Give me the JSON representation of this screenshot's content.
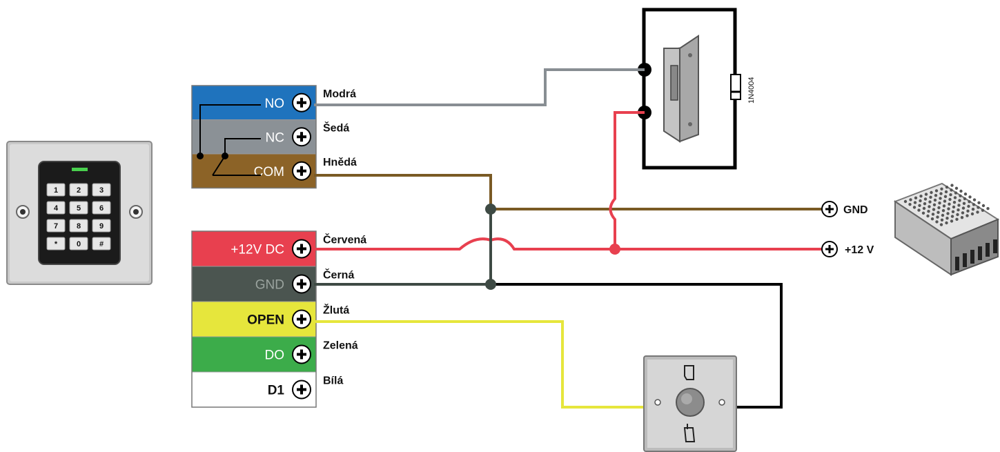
{
  "upper_terminals": [
    {
      "label": "NO",
      "wire": "Modrá",
      "fill": "#1f73bd",
      "text_color": "#ffffff"
    },
    {
      "label": "NC",
      "wire": "Šedá",
      "fill": "#8b9196",
      "text_color": "#ffffff"
    },
    {
      "label": "COM",
      "wire": "Hnědá",
      "fill": "#8c6327",
      "text_color": "#ffffff"
    }
  ],
  "lower_terminals": [
    {
      "label": "+12V DC",
      "wire": "Červená",
      "fill": "#e8404f",
      "text_color": "#ffffff"
    },
    {
      "label": "GND",
      "wire": "Černá",
      "fill": "#4b5550",
      "text_color": "#9aa39e"
    },
    {
      "label": "OPEN",
      "wire": "Žlutá",
      "fill": "#e6e63c",
      "text_color": "#111111"
    },
    {
      "label": "DO",
      "wire": "Zelená",
      "fill": "#3cac4a",
      "text_color": "#ffffff"
    },
    {
      "label": "D1",
      "wire": "Bílá",
      "fill": "#ffffff",
      "text_color": "#111111"
    }
  ],
  "power_supply": {
    "gnd_label": "GND",
    "v12_label": "+12 V"
  },
  "diode_label": "1N4004",
  "keypad_keys": [
    "1",
    "2",
    "3",
    "4",
    "5",
    "6",
    "7",
    "8",
    "9",
    "*",
    "0",
    "#"
  ],
  "wire_colors": {
    "blue_grey": "#888e93",
    "brown": "#7a5a24",
    "red": "#e8404f",
    "black": "#000000",
    "dark": "#3e4a44",
    "yellow": "#e6e63c"
  },
  "icons": [
    "keypad-icon",
    "door-strike-icon",
    "diode-icon",
    "power-supply-icon",
    "exit-button-icon",
    "screw-terminal-icon"
  ]
}
